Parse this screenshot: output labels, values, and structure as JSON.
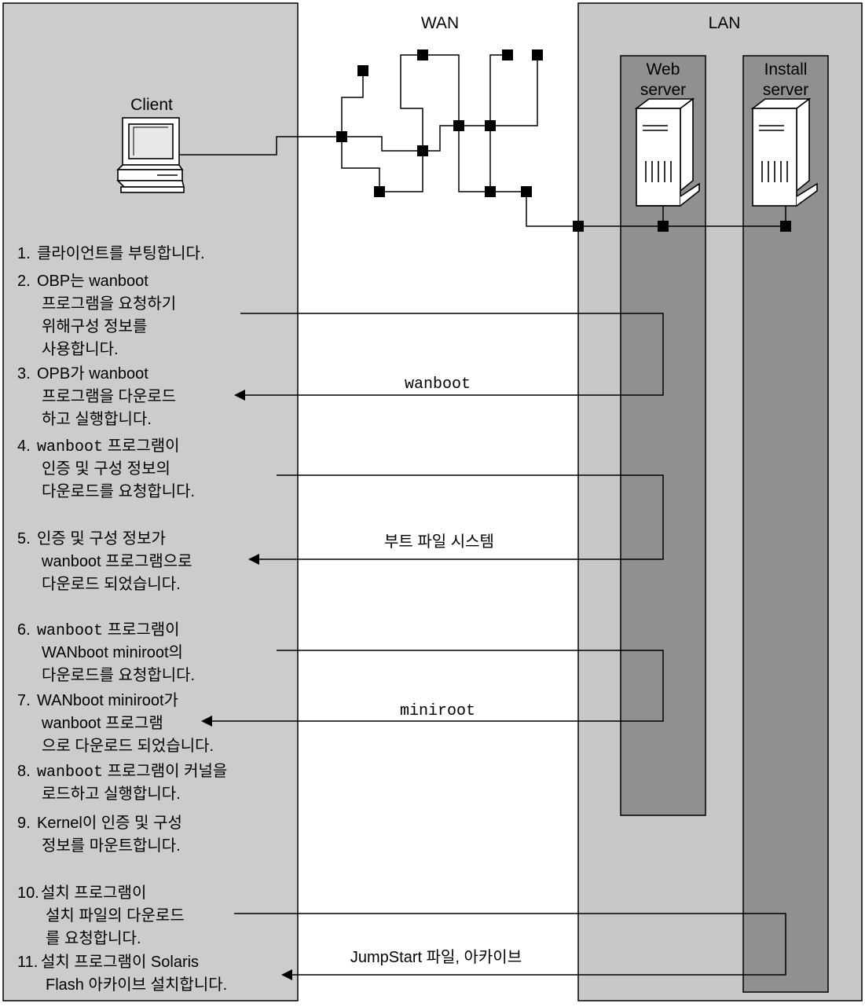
{
  "zones": {
    "wan": "WAN",
    "lan": "LAN"
  },
  "devices": {
    "client": "Client",
    "web_server": [
      "Web",
      "server"
    ],
    "install_server": [
      "Install",
      "server"
    ]
  },
  "steps": [
    {
      "num": "1.",
      "lines": [
        [
          {
            "t": "클라이언트를 부팅합니다."
          }
        ]
      ]
    },
    {
      "num": "2.",
      "lines": [
        [
          {
            "t": "OBP는 wanboot"
          }
        ],
        [
          {
            "t": "프로그램을 요청하기"
          }
        ],
        [
          {
            "t": "위해구성 정보를"
          }
        ],
        [
          {
            "t": "사용합니다."
          }
        ]
      ]
    },
    {
      "num": "3.",
      "lines": [
        [
          {
            "t": "OPB가 wanboot"
          }
        ],
        [
          {
            "t": "프로그램을 다운로드"
          }
        ],
        [
          {
            "t": "하고 실행합니다."
          }
        ]
      ]
    },
    {
      "num": "4.",
      "lines": [
        [
          {
            "t": "wanboot",
            "mono": true
          },
          {
            "t": " 프로그램이"
          }
        ],
        [
          {
            "t": "인증 및 구성 정보의"
          }
        ],
        [
          {
            "t": "다운로드를 요청합니다."
          }
        ]
      ]
    },
    {
      "num": "5.",
      "lines": [
        [
          {
            "t": "인증 및 구성 정보가"
          }
        ],
        [
          {
            "t": "wanboot 프로그램으로"
          }
        ],
        [
          {
            "t": "다운로드 되었습니다."
          }
        ]
      ]
    },
    {
      "num": "6.",
      "lines": [
        [
          {
            "t": "wanboot",
            "mono": true
          },
          {
            "t": " 프로그램이"
          }
        ],
        [
          {
            "t": "WANboot miniroot의"
          }
        ],
        [
          {
            "t": "다운로드를 요청합니다."
          }
        ]
      ]
    },
    {
      "num": "7.",
      "lines": [
        [
          {
            "t": "WANboot miniroot가"
          }
        ],
        [
          {
            "t": "wanboot 프로그램"
          }
        ],
        [
          {
            "t": "으로 다운로드 되었습니다."
          }
        ]
      ]
    },
    {
      "num": "8.",
      "lines": [
        [
          {
            "t": "wanboot",
            "mono": true
          },
          {
            "t": " 프로그램이 커널을"
          }
        ],
        [
          {
            "t": "로드하고 실행합니다."
          }
        ]
      ]
    },
    {
      "num": "9.",
      "lines": [
        [
          {
            "t": "Kernel이 인증 및 구성"
          }
        ],
        [
          {
            "t": "정보를 마운트합니다."
          }
        ]
      ]
    },
    {
      "num": "10.",
      "lines": [
        [
          {
            "t": "설치 프로그램이"
          }
        ],
        [
          {
            "t": "설치 파일의 다운로드"
          }
        ],
        [
          {
            "t": "를 요청합니다."
          }
        ]
      ]
    },
    {
      "num": "11.",
      "lines": [
        [
          {
            "t": "설치 프로그램이 Solaris"
          }
        ],
        [
          {
            "t": "Flash 아카이브 설치합니다."
          }
        ]
      ]
    }
  ],
  "transfers": [
    {
      "label": "wanboot",
      "mono": true
    },
    {
      "label": "부트 파일 시스템",
      "mono": false
    },
    {
      "label": "miniroot",
      "mono": true
    },
    {
      "label": "JumpStart 파일, 아카이브",
      "mono": false
    }
  ],
  "colors": {
    "client_panel": "#cccccc",
    "lan_panel": "#c8c8c8",
    "server_column": "#909090",
    "server_box": "#ffffff",
    "line": "#000000"
  }
}
